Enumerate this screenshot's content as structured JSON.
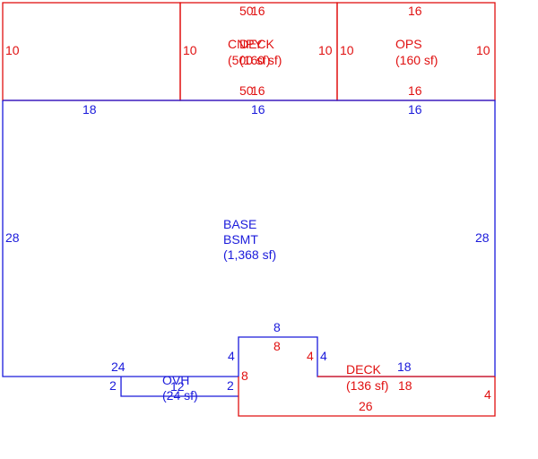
{
  "colors": {
    "base_color": "#1a1adb",
    "addition_color": "#e01010"
  },
  "areas": {
    "porch": {
      "name": "CNPY",
      "area": "(500 sf)"
    },
    "deck_top": {
      "name": "DECK",
      "area": "(160 sf)"
    },
    "ops": {
      "name": "OPS",
      "area": "(160 sf)"
    },
    "base": {
      "name": "BASE",
      "name2": "BSMT",
      "area": "(1,368 sf)"
    },
    "ovh": {
      "name": "OVH",
      "area": "(24 sf)"
    },
    "deck_bottom": {
      "name": "DECK",
      "area": "(136 sf)"
    }
  },
  "dims": {
    "top_left_10": "10",
    "porch_top_50": "50",
    "porch_top_16": "16",
    "porch_left_10": "10",
    "porch_right_10": "10",
    "porch_bottom_50": "50",
    "porch_bottom_16": "16",
    "ops_top": "16",
    "ops_left": "10",
    "ops_right": "10",
    "ops_bottom": "16",
    "base_top_18": "18",
    "base_top_16a": "16",
    "base_top_16b": "16",
    "base_left": "28",
    "base_right": "28",
    "notch_top": "8",
    "notch_left": "4",
    "notch_right": "4",
    "base_bottom_24": "24",
    "base_bottom_18": "18",
    "ovh_left": "2",
    "ovh_right": "2",
    "ovh_top": "12",
    "deck_top_inner": "8",
    "deck_left_inner": "4",
    "deck_left": "8",
    "deck_right_18": "18",
    "deck_right_4": "4",
    "deck_bottom": "26"
  }
}
